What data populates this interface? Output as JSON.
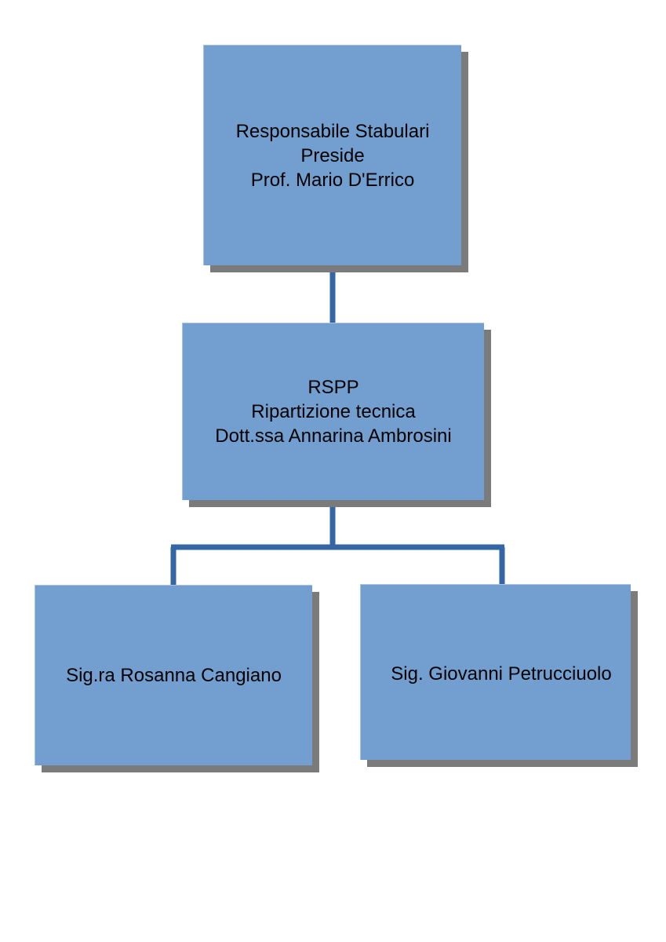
{
  "colors": {
    "box_fill": "#729fcf",
    "connector": "#3465a4",
    "shadow": "#7b7b7b"
  },
  "org_chart": {
    "top": {
      "lines": [
        "Responsabile Stabulari",
        "Preside",
        "Prof. Mario D'Errico"
      ]
    },
    "middle": {
      "lines": [
        "RSPP",
        "Ripartizione tecnica",
        "Dott.ssa Annarina Ambrosini"
      ]
    },
    "bottom_left": {
      "lines": [
        "Sig.ra Rosanna Cangiano"
      ]
    },
    "bottom_right": {
      "lines": [
        "Sig. Giovanni Petrucciuolo"
      ]
    }
  }
}
